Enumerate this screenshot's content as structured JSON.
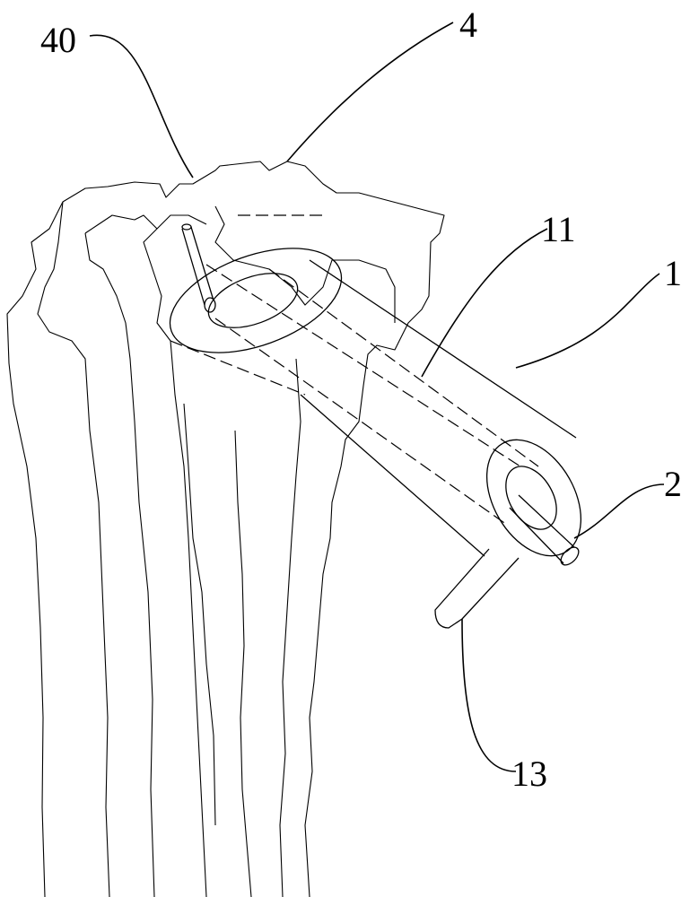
{
  "figure": {
    "labels": {
      "bone_label": "40",
      "plateau_label": "4",
      "channel_label": "11",
      "guide_label": "1",
      "pin_label": "2",
      "handle_label": "13"
    }
  }
}
